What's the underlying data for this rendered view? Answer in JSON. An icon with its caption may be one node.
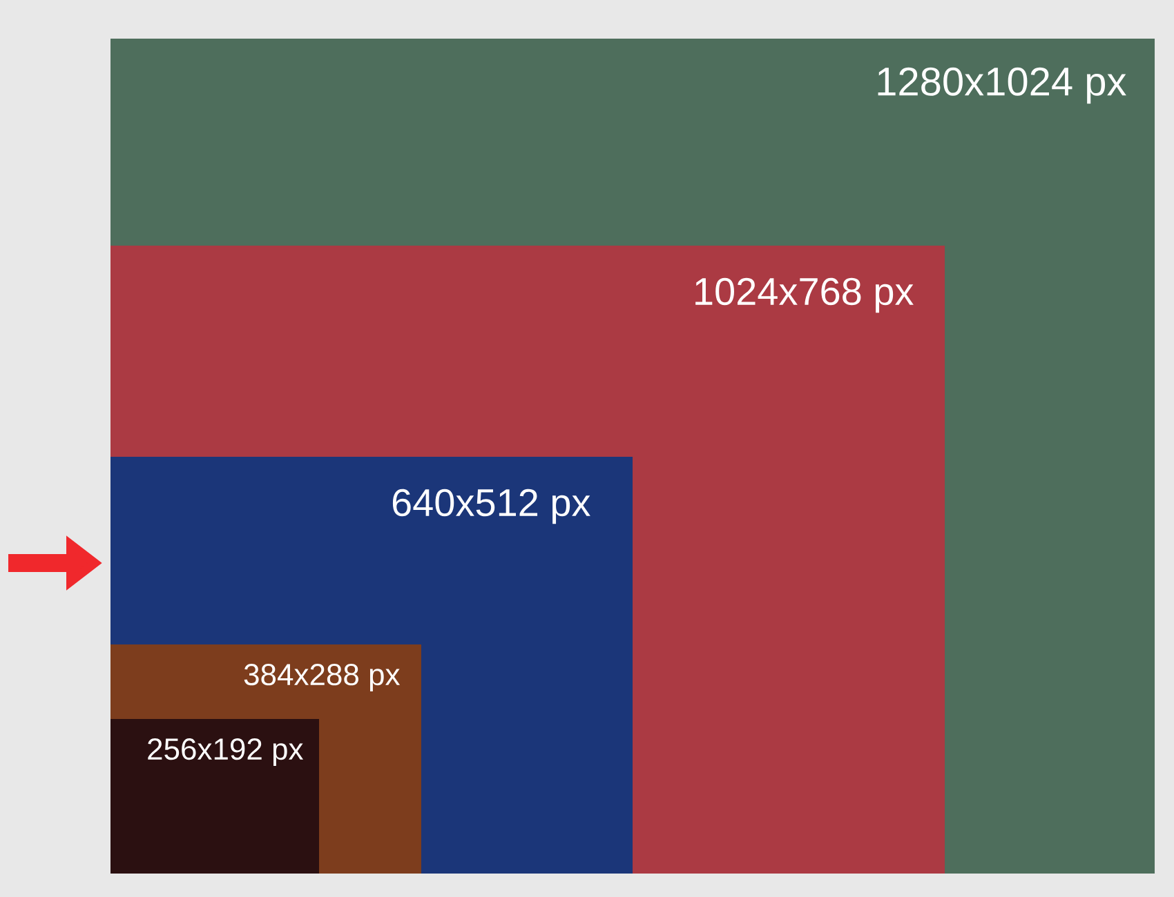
{
  "diagram": {
    "nodes": [
      {
        "text": [
          "1280x1024 px"
        ]
      },
      {
        "text": [
          "1024x768 px"
        ],
        "in": 0
      },
      {
        "text": [
          "640x512 px"
        ],
        "in": 1
      },
      {
        "text": [
          "384x288 px"
        ],
        "in": 2
      },
      {
        "text": [
          "256x192 px"
        ],
        "in": 3
      }
    ],
    "edges": [
      {
        "from": null,
        "to": 2,
        "arrow": "to",
        "color": "#f0282c"
      }
    ]
  }
}
